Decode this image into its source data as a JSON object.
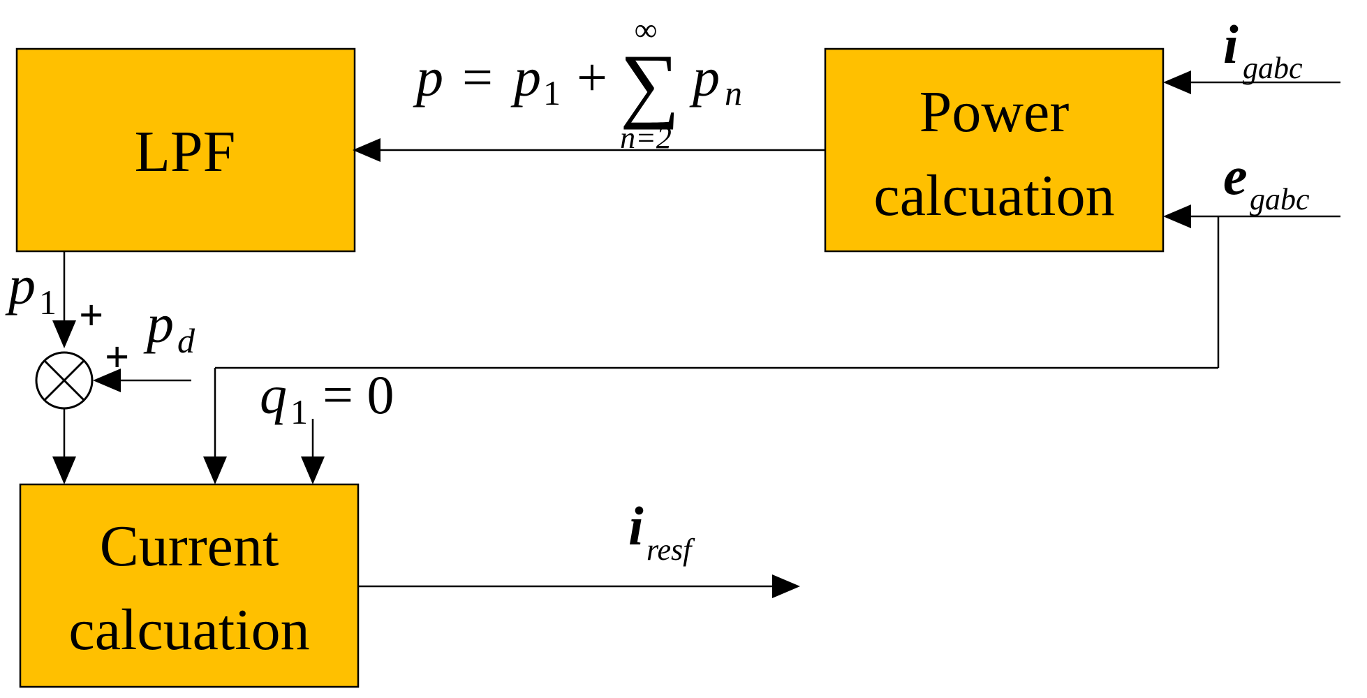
{
  "colors": {
    "block_fill": "#FFC000",
    "stroke": "#000000",
    "background": "#FFFFFF"
  },
  "blocks": {
    "lpf": "LPF",
    "power_line1": "Power",
    "power_line2": "calcuation",
    "current_line1": "Current",
    "current_line2": "calcuation"
  },
  "equation": {
    "p": "p",
    "equals": "=",
    "p1_base": "p",
    "p1_sub": "1",
    "plus": "+",
    "sum_symbol": "∑",
    "sum_upper": "∞",
    "sum_lower": "n=2",
    "pn_base": "p",
    "pn_sub": "n"
  },
  "signals": {
    "i_gabc_base": "i",
    "i_gabc_sub": "gabc",
    "e_gabc_base": "e",
    "e_gabc_sub": "gabc",
    "p1_base": "p",
    "p1_sub": "1",
    "pd_base": "p",
    "pd_sub": "d",
    "q1_base": "q",
    "q1_sub": "1",
    "q1_rhs": "= 0",
    "i_resf_base": "i",
    "i_resf_sub": "resf"
  },
  "summing_junction": {
    "sign_top": "+",
    "sign_left": "+"
  }
}
